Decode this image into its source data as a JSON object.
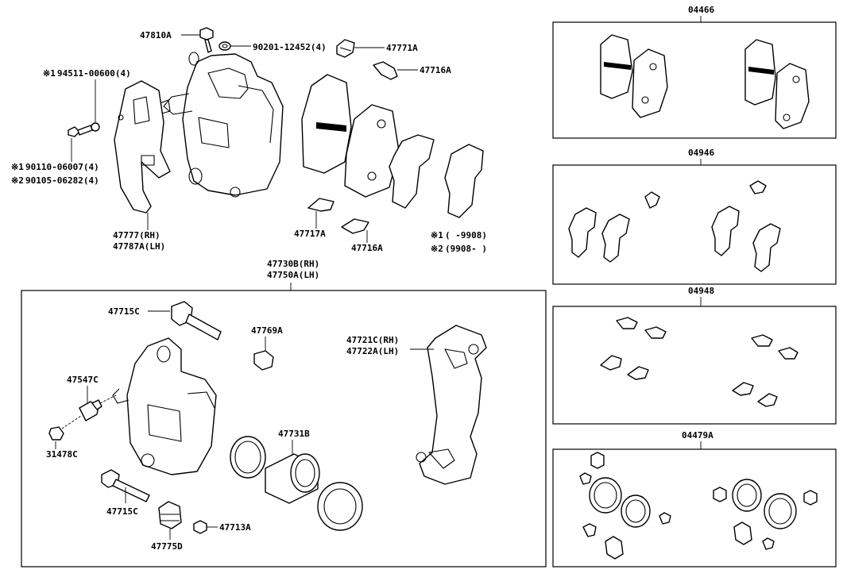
{
  "labels": {
    "p47810A": "47810A",
    "p90201": "90201-12452(4)",
    "p47771A": "47771A",
    "p47716A_top": "47716A",
    "mark1": "※1",
    "mark2": "※2",
    "p94511": "94511-00600(4)",
    "p90110": "90110-06007(4)",
    "p90105": "90105-06282(4)",
    "p47777": "47777(RH)",
    "p47787A": "47787A(LH)",
    "p47717A": "47717A",
    "p47716A_bot": "47716A",
    "date1": "(   -9908)",
    "date2": "(9908-   )",
    "p47730B": "47730B(RH)",
    "p47750A": "47750A(LH)",
    "p47715C_top": "47715C",
    "p47769A": "47769A",
    "p47721C": "47721C(RH)",
    "p47722A": "47722A(LH)",
    "p47547C": "47547C",
    "p31478C": "31478C",
    "p47731B": "47731B",
    "p47715C_bot": "47715C",
    "p47713A": "47713A",
    "p47775D": "47775D"
  },
  "kits": {
    "k04466": "04466",
    "k04946": "04946",
    "k04948": "04948",
    "k04479A": "04479A"
  }
}
